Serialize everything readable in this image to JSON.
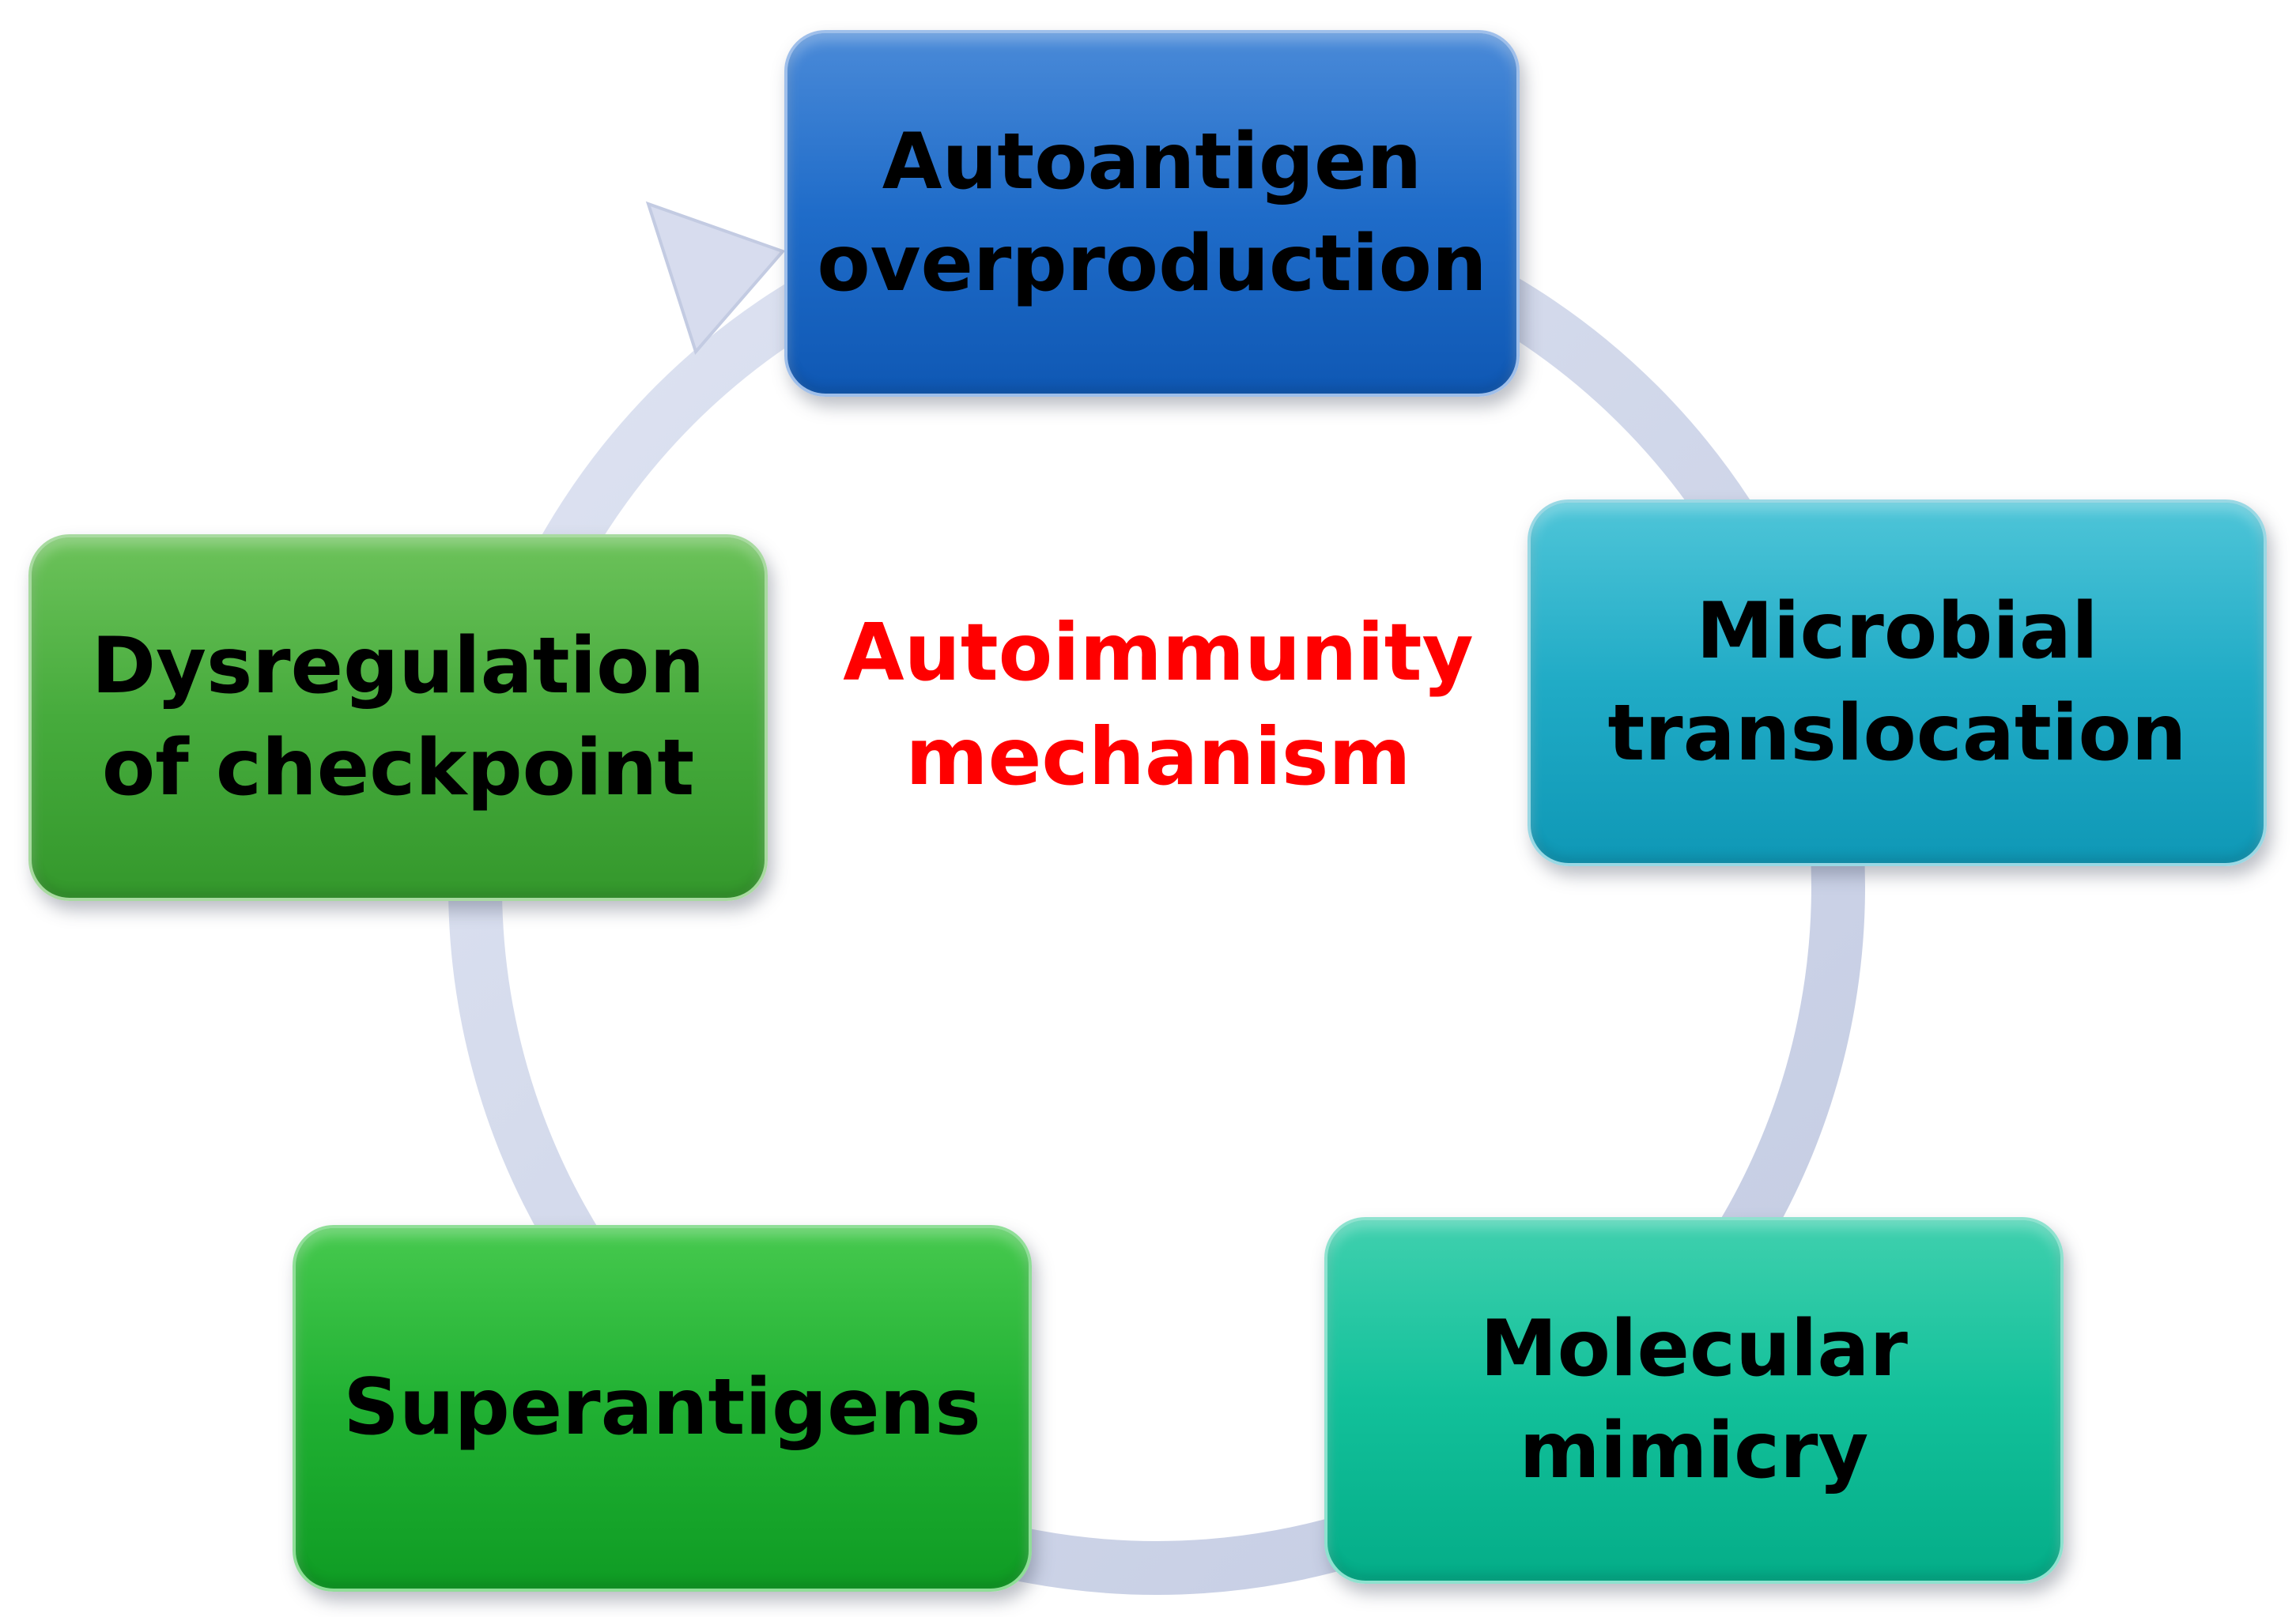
{
  "center_title": {
    "line1": "Autoimmunity",
    "line2": "mechanism"
  },
  "nodes": [
    {
      "line1": "Autoantigen",
      "line2": "overproduction",
      "color": "#1f6cc9"
    },
    {
      "line1": "Microbial",
      "line2": "translocation",
      "color": "#20abc6"
    },
    {
      "line1": "Molecular",
      "line2": "mimicry",
      "color": "#12c09a"
    },
    {
      "line1": "Superantigens",
      "line2": "",
      "color": "#20b032"
    },
    {
      "line1": "Dysregulation",
      "line2": "of checkpoint",
      "color": "#46ab3c"
    }
  ],
  "ring_color": "#cfd6ea"
}
